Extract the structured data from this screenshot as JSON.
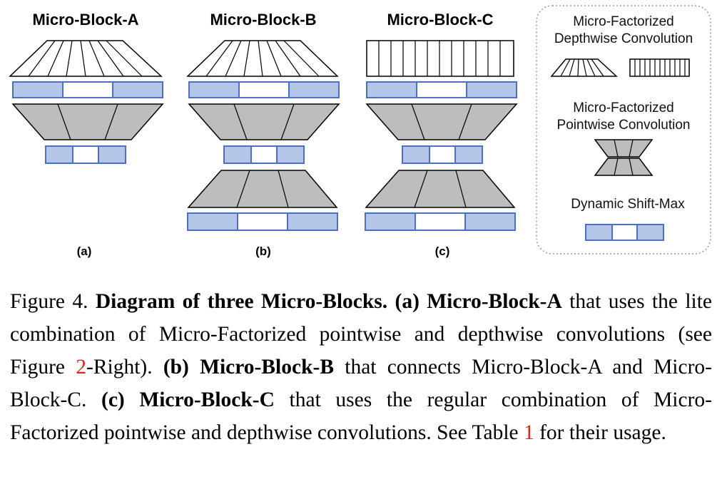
{
  "columns": [
    {
      "title": "Micro-Block-A",
      "sublabel": "(a)"
    },
    {
      "title": "Micro-Block-B",
      "sublabel": "(b)"
    },
    {
      "title": "Micro-Block-C",
      "sublabel": "(c)"
    }
  ],
  "legend": {
    "depthwise_line1": "Micro-Factorized",
    "depthwise_line2": "Depthwise Convolution",
    "pointwise_line1": "Micro-Factorized",
    "pointwise_line2": "Pointwise Convolution",
    "shiftmax": "Dynamic Shift-Max"
  },
  "colors": {
    "shift_blue": "#b4c6e7",
    "shift_border": "#4f6fc7",
    "pointwise_gray": "#bdbdbd",
    "reference_red": "#d9261c"
  },
  "caption": {
    "prefix": "Figure 4. ",
    "bold_title": "Diagram of three Micro-Blocks.",
    "a_tag": "(a) Micro-Block-A",
    "a_text": " that uses the lite combination of Micro-Factorized pointwise and depthwise convolutions (see Figure ",
    "ref_figure": "2",
    "a_text2": "-Right). ",
    "b_tag": "(b) Micro-Block-B",
    "b_text": " that connects Micro-Block-A and Micro-Block-C. ",
    "c_tag": "(c) Micro-Block-C",
    "c_text": " that uses the regular combination of Micro-Factorized pointwise and depthwise convolutions. See Table ",
    "ref_table": "1",
    "c_text2": " for their usage."
  }
}
